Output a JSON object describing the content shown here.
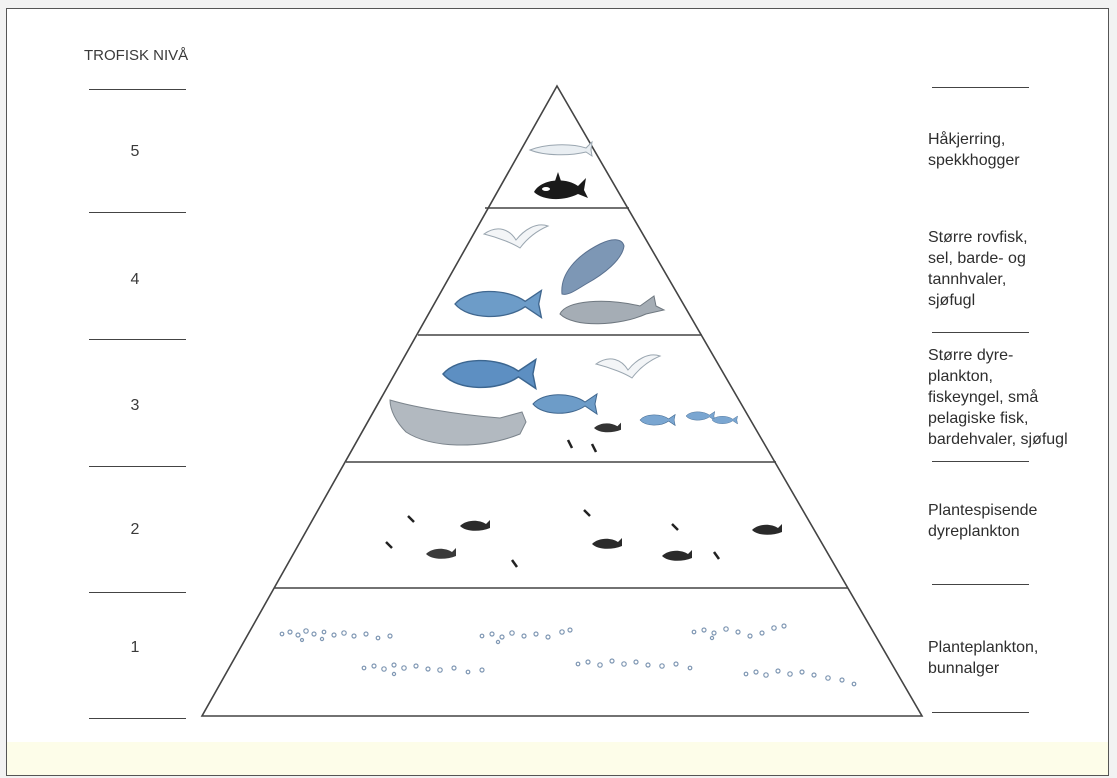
{
  "header": {
    "title": "TROFISK NIVÅ"
  },
  "levels": [
    {
      "number": "5",
      "lines": [
        "Håkjerring,",
        "spekkhogger"
      ]
    },
    {
      "number": "4",
      "lines": [
        "Større rovfisk,",
        "sel, barde- og",
        "tannhvaler,",
        "sjøfugl"
      ]
    },
    {
      "number": "3",
      "lines": [
        "Større dyre-",
        "plankton,",
        "fiskeyngel, små",
        "pelagiske fisk,",
        "bardehvaler, sjøfugl"
      ]
    },
    {
      "number": "2",
      "lines": [
        "Plantespisende",
        "dyreplankton"
      ]
    },
    {
      "number": "1",
      "lines": [
        "Planteplankton,",
        "bunnalger"
      ]
    }
  ],
  "icons": {
    "level5": [
      "shark-icon",
      "orca-icon"
    ],
    "level4": [
      "seagull-icon",
      "seal-icon",
      "cod-icon",
      "whale-icon"
    ],
    "level3": [
      "herring-icon",
      "seagull-icon",
      "whale-icon",
      "small-fish-icon",
      "zooplankton-icon"
    ],
    "level2": [
      "copepod-icon",
      "krill-icon"
    ],
    "level1": [
      "phytoplankton-icon"
    ]
  },
  "colors": {
    "outline": "#444444",
    "fish": "#5f8fbf",
    "whale": "#9aa3ab",
    "orca": "#1a1a1a",
    "plankton": "#7f97b3"
  }
}
